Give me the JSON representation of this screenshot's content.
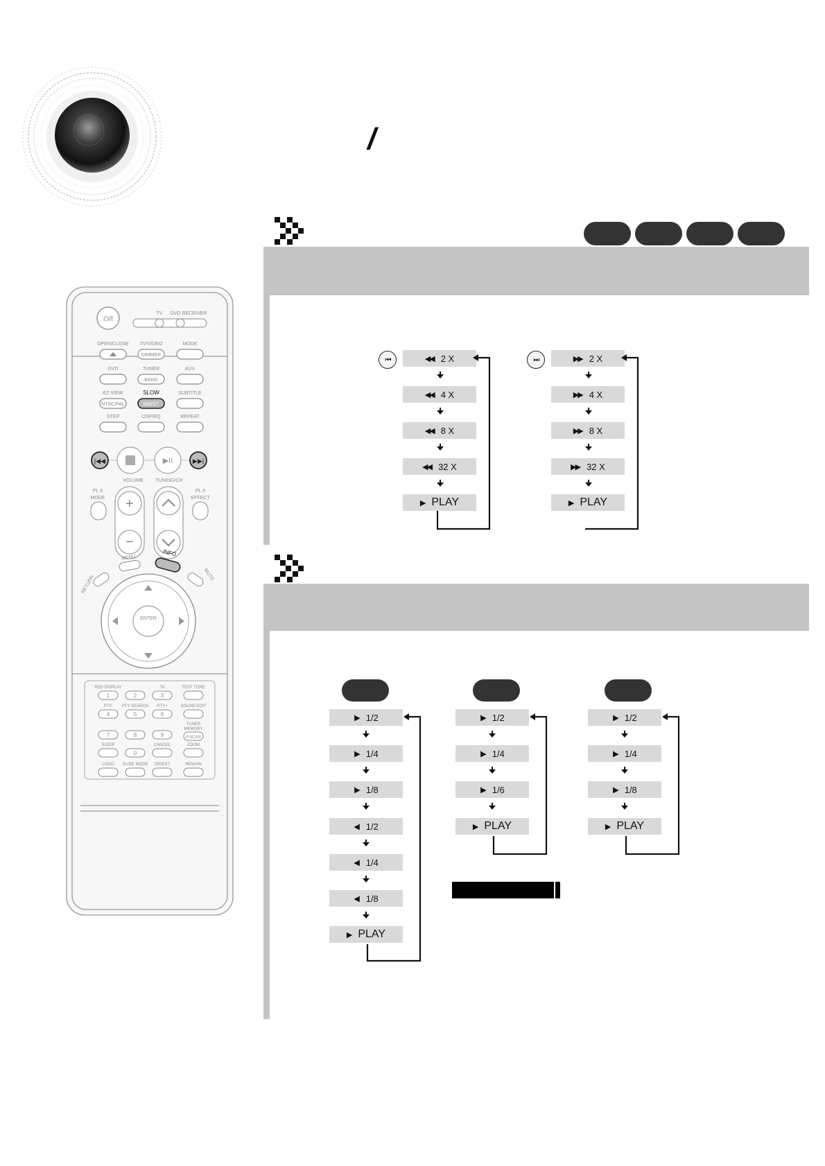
{
  "header": {
    "slash": "/"
  },
  "section1": {
    "rewind_steps": [
      "2 X",
      "4 X",
      "8 X",
      "32 X"
    ],
    "forward_steps": [
      "2 X",
      "4 X",
      "8 X",
      "32 X"
    ],
    "play_label": "PLAY",
    "rewind_symbol": "◀◀",
    "forward_symbol": "▶▶",
    "play_symbol": "▶",
    "skip_back_icon": "⏮",
    "skip_fwd_icon": "⏭"
  },
  "section2": {
    "col1_steps": [
      "1/2",
      "1/4",
      "1/8",
      "1/2",
      "1/4",
      "1/8"
    ],
    "col1_symbols": [
      "I▶",
      "I▶",
      "I▶",
      "◀I",
      "◀I",
      "◀I"
    ],
    "col2_steps": [
      "1/2",
      "1/4",
      "1/6"
    ],
    "col3_steps": [
      "1/2",
      "1/4",
      "1/8"
    ],
    "fwd_slow_symbol": "I▶",
    "play_label": "PLAY",
    "play_symbol": "▶"
  },
  "remote": {
    "power": "⏻/I",
    "tv": "TV",
    "dvd_receiver": "DVD RECEIVER",
    "open_close": "OPEN/CLOSE",
    "tv_video": "TV/VIDEO",
    "mode": "MODE",
    "dimmer": "DIMMER",
    "dvd": "DVD",
    "tuner": "TUNER",
    "aux": "AUX",
    "band": "BAND",
    "ez_view": "EZ VIEW",
    "slow": "SLOW",
    "subtitle": "SUBTITLE",
    "ntsc_pal": "NTSC/PAL",
    "mo_st": "MO/ST",
    "step": "STEP",
    "dsp_eq": "DSP/EQ",
    "repeat": "REPEAT",
    "volume": "VOLUME",
    "tuning_ch": "TUNING/CH",
    "pl2_mode_top": "PL II",
    "pl2_mode_bottom": "MODE",
    "pl2_effect_top": "PL II",
    "pl2_effect_bottom": "EFFECT",
    "menu": "MENU",
    "info": "INFO",
    "return": "RETURN",
    "mute": "MUTE",
    "enter": "ENTER",
    "rds_display": "RDS DISPLAY",
    "ta": "TA",
    "test_tone": "TEST TONE",
    "pty_minus": "PTY-",
    "pty_search": "PTY SEARCH",
    "pty_plus": "PTY+",
    "sound_edit": "SOUND EDIT",
    "tuner_memory_1": "TUNER",
    "tuner_memory_2": "MEMORY",
    "p_scan": "P.SCAN",
    "sleep": "SLEEP",
    "cancel": "CANCEL",
    "zoom": "ZOOM",
    "logo": "LOGO",
    "slide_mode": "SLIDE MODE",
    "digest": "DIGEST",
    "remain": "REMAIN",
    "num": [
      "1",
      "2",
      "3",
      "4",
      "5",
      "6",
      "7",
      "8",
      "9",
      "0"
    ]
  }
}
